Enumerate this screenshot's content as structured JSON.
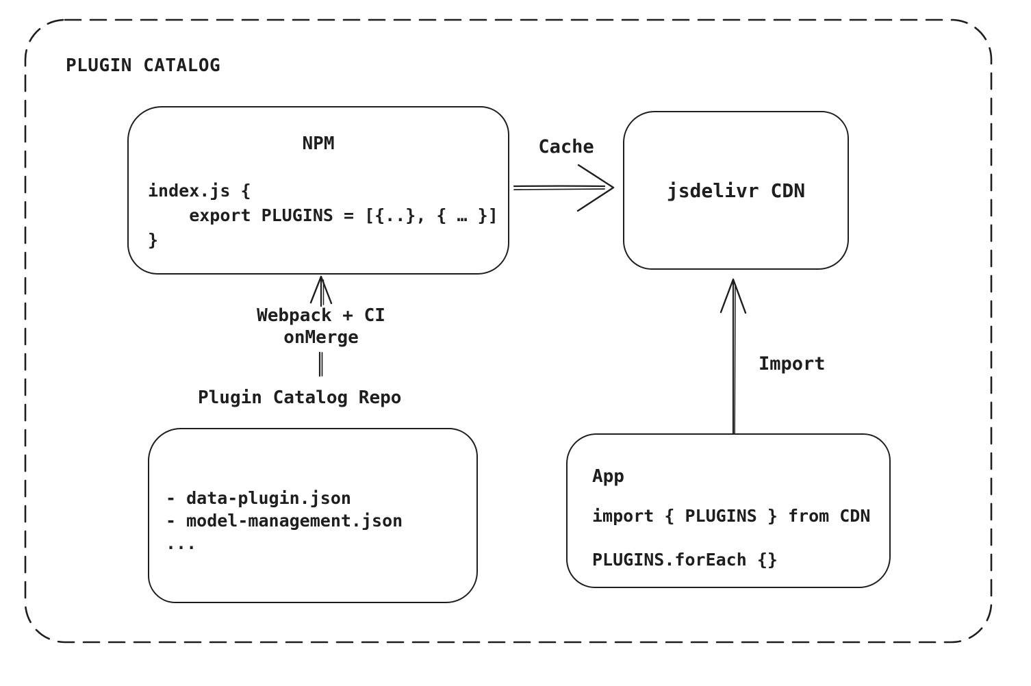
{
  "colors": {
    "stroke": "#1e1e1e",
    "background": "#ffffff"
  },
  "title": "PLUGIN CATALOG",
  "npm": {
    "title": "NPM",
    "code": [
      "index.js {",
      "    export PLUGINS = [{..}, { … }]",
      "}"
    ]
  },
  "cdn": {
    "label": "jsdelivr CDN"
  },
  "repo": {
    "label": "Plugin Catalog Repo",
    "files": [
      "- data-plugin.json",
      "- model-management.json",
      "..."
    ]
  },
  "app": {
    "title": "App",
    "code": [
      "import { PLUGINS } from CDN",
      "PLUGINS.forEach {}"
    ]
  },
  "edges": {
    "cache": "Cache",
    "merge": [
      "Webpack + CI",
      "onMerge"
    ],
    "import": "Import"
  }
}
